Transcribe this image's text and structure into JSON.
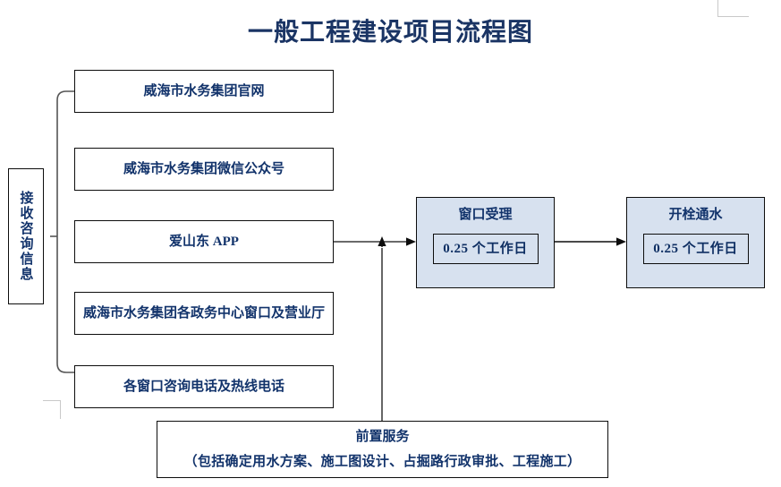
{
  "diagram": {
    "title": "一般工程建设项目流程图",
    "title_color": "#1a3464",
    "accent_fill": "#d7e1ef",
    "text_color": "#12336b",
    "border_color": "#0d0d0d"
  },
  "source_node": {
    "label": "接收咨询信息"
  },
  "channels": [
    {
      "label": "威海市水务集团官网"
    },
    {
      "label": "威海市水务集团微信公众号"
    },
    {
      "label": "爱山东 APP"
    },
    {
      "label": "威海市水务集团各政务中心窗口及营业厅"
    },
    {
      "label": "各窗口咨询电话及热线电话"
    }
  ],
  "process_steps": [
    {
      "heading": "窗口受理",
      "duration": "0.25 个工作日"
    },
    {
      "heading": "开栓通水",
      "duration": "0.25 个工作日"
    }
  ],
  "pre_service": {
    "line1": "前置服务",
    "line2": "（包括确定用水方案、施工图设计、占掘路行政审批、工程施工）"
  }
}
